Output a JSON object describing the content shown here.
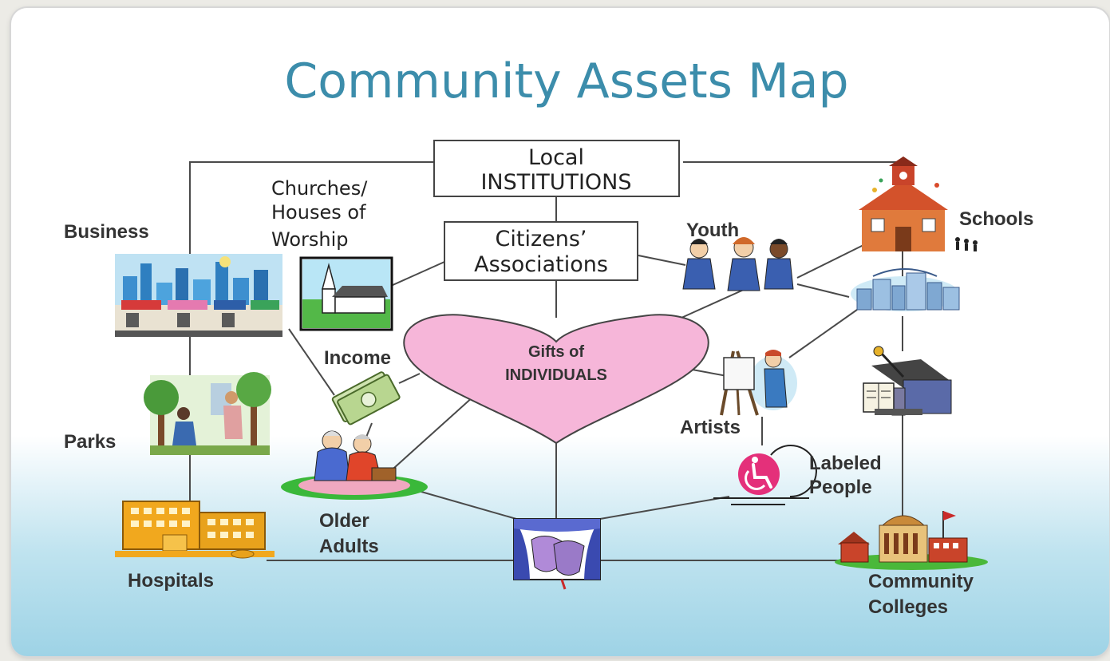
{
  "title": "Community Assets Map",
  "boxes": {
    "local_institutions": [
      "Local",
      "INSTITUTIONS"
    ],
    "citizens_associations": [
      "Citizens’",
      "Associations"
    ]
  },
  "heart": [
    "Gifts of",
    "INDIVIDUALS"
  ],
  "labels": {
    "business": "Business",
    "churches": [
      "Churches/",
      "Houses of",
      "Worship"
    ],
    "youth": "Youth",
    "schools": "Schools",
    "income": "Income",
    "parks": "Parks",
    "artists": "Artists",
    "labeled_people": [
      "Labeled",
      "People"
    ],
    "older_adults": [
      "Older",
      "Adults"
    ],
    "hospitals": "Hospitals",
    "community_colleges": [
      "Community",
      "Colleges"
    ]
  },
  "icons": [
    "city-storefront-icon",
    "church-icon",
    "students-icon",
    "schoolhouse-icon",
    "city-skyline-icon",
    "money-icon",
    "park-gardening-icon",
    "artist-easel-icon",
    "library-building-icon",
    "wheelchair-icon",
    "older-adults-picnic-icon",
    "theater-masks-icon",
    "hospital-building-icon",
    "college-campus-icon"
  ],
  "colors": {
    "title": "#3c8dab",
    "heart_fill": "#f6b6d9",
    "heart_stroke": "#444444",
    "background_bottom": "#9ed3e6"
  }
}
